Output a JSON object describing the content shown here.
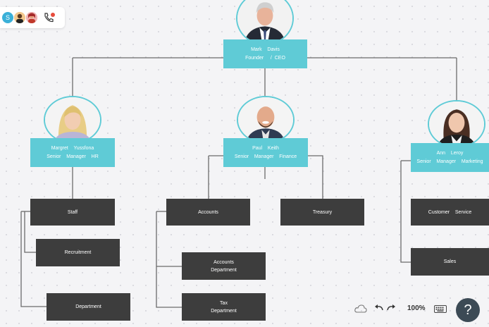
{
  "people": {
    "ceo": {
      "name": "Mark    Davis",
      "title": "Founder     /  CEO"
    },
    "hr": {
      "name": "Margret    Yussfona",
      "title": "Senior    Manager    HR"
    },
    "finance": {
      "name": "Paul    Keith",
      "title": "Senior    Manager    Finance"
    },
    "marketing": {
      "name": "Ann    Leroy",
      "title": "Senior    Manager    Marketing"
    }
  },
  "departments": {
    "staff": "Staff",
    "recruitment": "Recruitment",
    "department": "Department",
    "accounts": "Accounts",
    "accounts_dept_line1": "Accounts",
    "accounts_dept_line2": "Department",
    "tax_line1": "Tax",
    "tax_line2": "Department",
    "treasury": "Treasury",
    "customer_service": "Customer    Service",
    "sales": "Sales"
  },
  "toolbar": {
    "user_initial": "S",
    "zoom": "100%",
    "help": "?"
  },
  "colors": {
    "accent": "#5fcbd6",
    "dept_box": "#3d3d3d",
    "connector": "#6b6b6b"
  }
}
